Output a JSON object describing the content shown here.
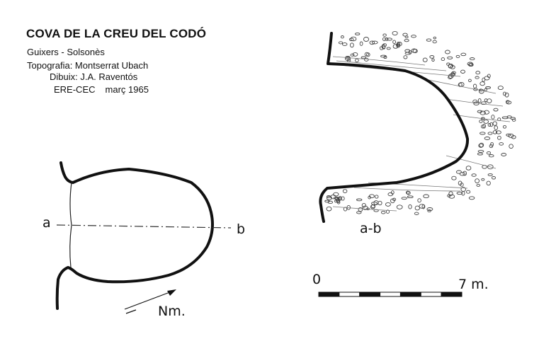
{
  "header": {
    "title": "COVA DE LA CREU DEL CODÓ",
    "location": "Guixers - Solsonès",
    "topography": "Topografia: Montserrat Ubach",
    "drawing": "Dibuix: J.A. Raventós",
    "group": "ERE-CEC",
    "date": "març 1965"
  },
  "plan": {
    "point_a": "a",
    "point_b": "b",
    "north_label": "Nm."
  },
  "section": {
    "label": "a-b"
  },
  "scale_bar": {
    "start_label": "0",
    "end_label": "7 m.",
    "segments": 7
  }
}
